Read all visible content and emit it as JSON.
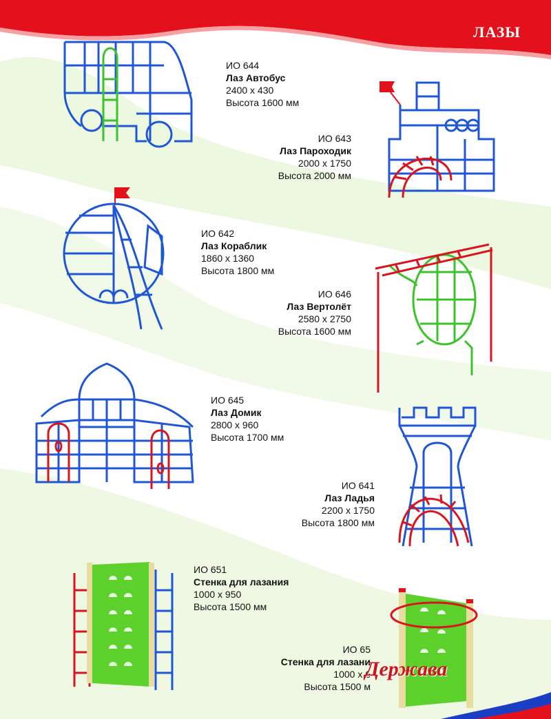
{
  "header": {
    "title": "ЛАЗЫ"
  },
  "products": [
    {
      "code": "ИО 644",
      "name": "Лаз Автобус",
      "size": "2400 х 430",
      "height": "Высота 1600 мм"
    },
    {
      "code": "ИО 643",
      "name": "Лаз Пароходик",
      "size": "2000 х 1750",
      "height": "Высота 2000 мм"
    },
    {
      "code": "ИО 642",
      "name": "Лаз Кораблик",
      "size": "1860 х 1360",
      "height": "Высота 1800 мм"
    },
    {
      "code": "ИО 646",
      "name": "Лаз Вертолёт",
      "size": "2580 х 2750",
      "height": "Высота 1600 мм"
    },
    {
      "code": "ИО 645",
      "name": "Лаз Домик",
      "size": "2800 х 960",
      "height": "Высота 1700 мм"
    },
    {
      "code": "ИО 641",
      "name": "Лаз Ладья",
      "size": "2200 х 1750",
      "height": "Высота 1800 мм"
    },
    {
      "code": "ИО 651",
      "name": "Стенка для лазания",
      "size": "1000 х 950",
      "height": "Высота 1500 мм"
    },
    {
      "code": "ИО 65",
      "name": "Стенка для лазани",
      "size": "1000 х 6",
      "height": "Высота 1500 м"
    }
  ],
  "brand": {
    "name": "Держава"
  },
  "colors": {
    "header_red": "#e3111c",
    "frame_blue": "#1f56d6",
    "frame_red": "#d9141e",
    "frame_green": "#3cc22d",
    "panel_green": "#5dd12b"
  }
}
